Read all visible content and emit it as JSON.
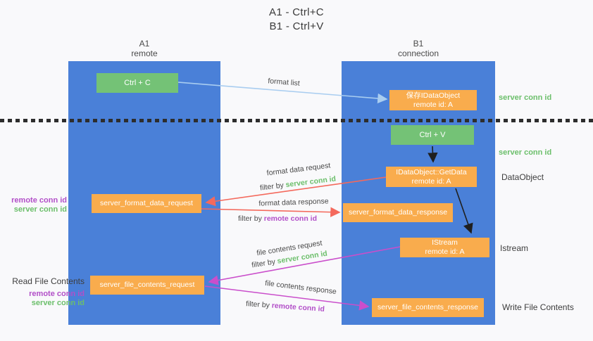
{
  "title": {
    "line1": "A1 - Ctrl+C",
    "line2": "B1 - Ctrl+V"
  },
  "lanes": {
    "a1": {
      "title": "A1",
      "subtitle": "remote"
    },
    "b1": {
      "title": "B1",
      "subtitle": "connection"
    }
  },
  "nodes": {
    "ctrl_c": {
      "label": "Ctrl + C"
    },
    "ctrl_v": {
      "label": "Ctrl + V"
    },
    "save_idataobject": {
      "line1": "保存IDataObject",
      "line2": "remote id: A"
    },
    "idataobject_getdata": {
      "line1": "IDataObject::GetData",
      "line2": "remote id: A"
    },
    "istream": {
      "line1": "IStream",
      "line2": "remote id: A"
    },
    "server_format_data_request": {
      "label": "server_format_data_request"
    },
    "server_format_data_response": {
      "label": "server_format_data_response"
    },
    "server_file_contents_request": {
      "label": "server_file_contents_request"
    },
    "server_file_contents_response": {
      "label": "server_file_contents_response"
    }
  },
  "side_labels": {
    "server_conn_id_top": "server conn id",
    "server_conn_id_mid": "server conn id",
    "dataobject": "DataObject",
    "istream": "Istream",
    "write_file_contents": "Write File Contents",
    "read_file_contents": "Read File Contents",
    "format_remote_conn_id": "remote conn id",
    "format_server_conn_id": "server conn id",
    "file_remote_conn_id": "remote conn id",
    "file_server_conn_id": "server conn id"
  },
  "arrow_labels": {
    "format_list": "format list",
    "format_data_request": "format data request",
    "format_data_response": "format data response",
    "file_contents_request": "file contents request",
    "file_contents_response": "file contents response",
    "filter_by": "filter by",
    "server_conn_id": "server conn id",
    "remote_conn_id": "remote conn id"
  },
  "colors": {
    "lane_blue": "#4a80d8",
    "green_box": "#74c276",
    "orange_box": "#f9ac4d",
    "green_text": "#6cbf6b",
    "purple_text": "#b24fc8",
    "red_arrow": "#f4695c",
    "magenta_arrow": "#ca4ecb",
    "light_blue_arrow": "#a9cdf0",
    "dark_arrow": "#1f1f1f"
  }
}
